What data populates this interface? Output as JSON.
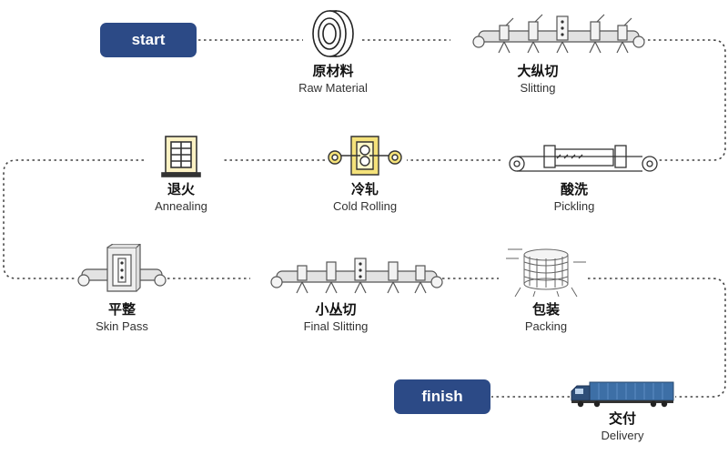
{
  "start_label": "start",
  "finish_label": "finish",
  "line_color": "#444444",
  "pill_color": "#2c4a86",
  "steps": [
    {
      "id": "raw-material",
      "zh": "原材料",
      "en": "Raw Material",
      "icon": "steel-coil-icon"
    },
    {
      "id": "slitting",
      "zh": "大纵切",
      "en": "Slitting",
      "icon": "slitting-line-icon"
    },
    {
      "id": "pickling",
      "zh": "酸洗",
      "en": "Pickling",
      "icon": "pickling-tank-icon"
    },
    {
      "id": "cold-rolling",
      "zh": "冷轧",
      "en": "Cold Rolling",
      "icon": "rolling-mill-icon"
    },
    {
      "id": "annealing",
      "zh": "退火",
      "en": "Annealing",
      "icon": "annealing-furnace-icon"
    },
    {
      "id": "skin-pass",
      "zh": "平整",
      "en": "Skin Pass",
      "icon": "skin-pass-mill-icon"
    },
    {
      "id": "final-slitting",
      "zh": "小丛切",
      "en": "Final Slitting",
      "icon": "slitting-line-icon"
    },
    {
      "id": "packing",
      "zh": "包装",
      "en": "Packing",
      "icon": "packed-coil-icon"
    },
    {
      "id": "delivery",
      "zh": "交付",
      "en": "Delivery",
      "icon": "truck-icon"
    }
  ]
}
